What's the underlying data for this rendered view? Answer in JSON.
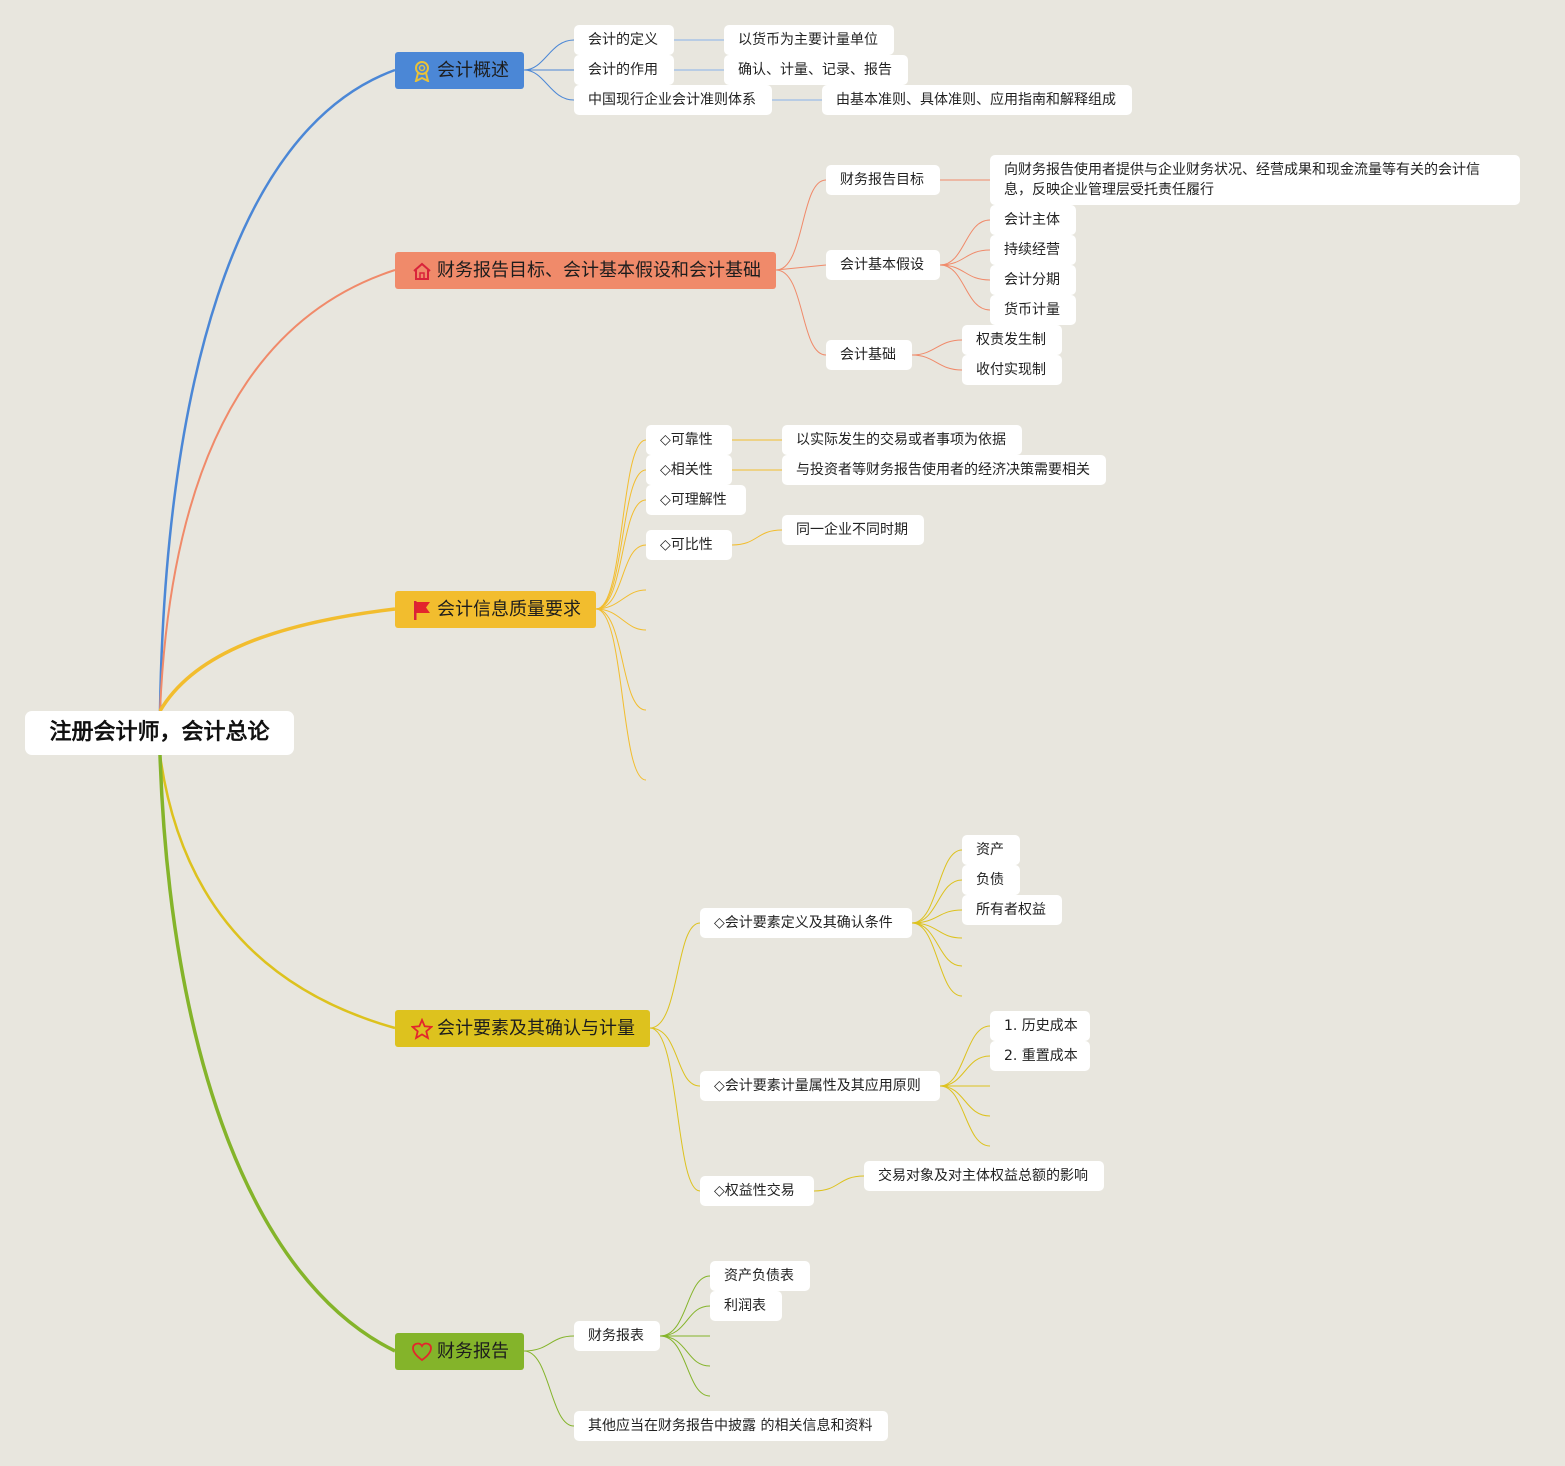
{
  "root": "注册会计师，会计总论",
  "colors": {
    "blue": "#4b87d6",
    "orange": "#f08a6a",
    "gold": "#f2bd2e",
    "mustard": "#ddc21e",
    "green": "#84b42a"
  },
  "branches": {
    "b1": {
      "title": "会计概述",
      "icon": "award-icon",
      "n1": "会计的定义",
      "n1a": "以货币为主要计量单位",
      "n2": "会计的作用",
      "n2a": "确认、计量、记录、报告",
      "n3": "中国现行企业会计准则体系",
      "n3a": "由基本准则、具体准则、应用指南和解释组成"
    },
    "b2": {
      "title": "财务报告目标、会计基本假设和会计基础",
      "icon": "house-icon",
      "n1": "财务报告目标",
      "n1a": "向财务报告使用者提供与企业财务状况、经营成果和现金流量等有关的会计信息，反映企业管理层受托责任履行",
      "n2": "会计基本假设",
      "n2a": "会计主体",
      "n2b": "持续经营",
      "n2c": "会计分期",
      "n2d": "货币计量",
      "n3": "会计基础",
      "n3a": "权责发生制",
      "n3b": "收付实现制"
    },
    "b3": {
      "title": "会计信息质量要求",
      "icon": "flag-icon",
      "n1": "◇可靠性",
      "n1a": "以实际发生的交易或者事项为依据",
      "n2": "◇相关性",
      "n2a": "与投资者等财务报告使用者的经济决策需要相关",
      "n3": "◇可理解性",
      "n4": "◇可比性",
      "n4a": "同一企业不同时期"
    },
    "b4": {
      "title": "会计要素及其确认与计量",
      "icon": "star-icon",
      "n1": "◇会计要素定义及其确认条件",
      "n1a": "资产",
      "n1b": "负债",
      "n1c": "所有者权益",
      "n2": "◇会计要素计量属性及其应用原则",
      "n2a": "1. 历史成本",
      "n2b": "2. 重置成本",
      "n3": "◇权益性交易",
      "n3a": "交易对象及对主体权益总额的影响"
    },
    "b5": {
      "title": "财务报告",
      "icon": "heart-icon",
      "n1": "财务报表",
      "n1a": "资产负债表",
      "n1b": "利润表",
      "n2": "其他应当在财务报告中披露 的相关信息和资料"
    }
  }
}
